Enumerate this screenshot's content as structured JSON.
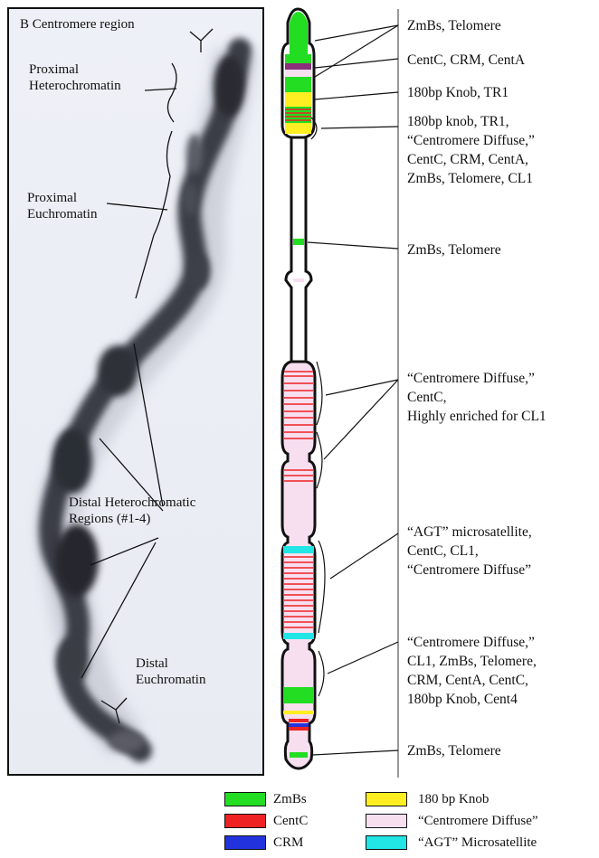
{
  "panel_label": "B Centromere region",
  "photo_labels": {
    "proximal_heterochromatin": [
      "Proximal",
      "Heterochromatin"
    ],
    "proximal_euchromatin": [
      "Proximal",
      "Euchromatin"
    ],
    "distal_heterochromatic": [
      "Distal Heterochromatic",
      "Regions (#1-4)"
    ],
    "distal_euchromatin": [
      "Distal",
      "Euchromatin"
    ]
  },
  "right_labels": [
    {
      "lines": [
        "ZmBs, Telomere"
      ]
    },
    {
      "lines": [
        "CentC, CRM, CentA"
      ]
    },
    {
      "lines": [
        "180bp Knob, TR1"
      ]
    },
    {
      "lines": [
        "180bp knob, TR1,",
        "“Centromere Diffuse,”",
        "CentC, CRM, CentA,",
        "ZmBs, Telomere, CL1"
      ]
    },
    {
      "lines": [
        "ZmBs, Telomere"
      ]
    },
    {
      "lines": [
        "“Centromere Diffuse,”",
        "CentC,",
        "Highly enriched for CL1"
      ]
    },
    {
      "lines": [
        "“AGT” microsatellite,",
        "CentC, CL1,",
        "“Centromere Diffuse”"
      ]
    },
    {
      "lines": [
        "“Centromere Diffuse,”",
        "CL1, ZmBs, Telomere,",
        "CRM, CentA, CentC,",
        "180bp Knob, Cent4"
      ]
    },
    {
      "lines": [
        "ZmBs, Telomere"
      ]
    }
  ],
  "legend": [
    {
      "label": "ZmBs",
      "color": "#22dd22"
    },
    {
      "label": "CentC",
      "color": "#ee2222"
    },
    {
      "label": "CRM",
      "color": "#2233dd"
    },
    {
      "label": "180 bp Knob",
      "color": "#ffee22"
    },
    {
      "label": "“Centromere Diffuse”",
      "color": "#f7dff0"
    },
    {
      "label": "“AGT” Microsatellite",
      "color": "#22e5e5"
    }
  ]
}
